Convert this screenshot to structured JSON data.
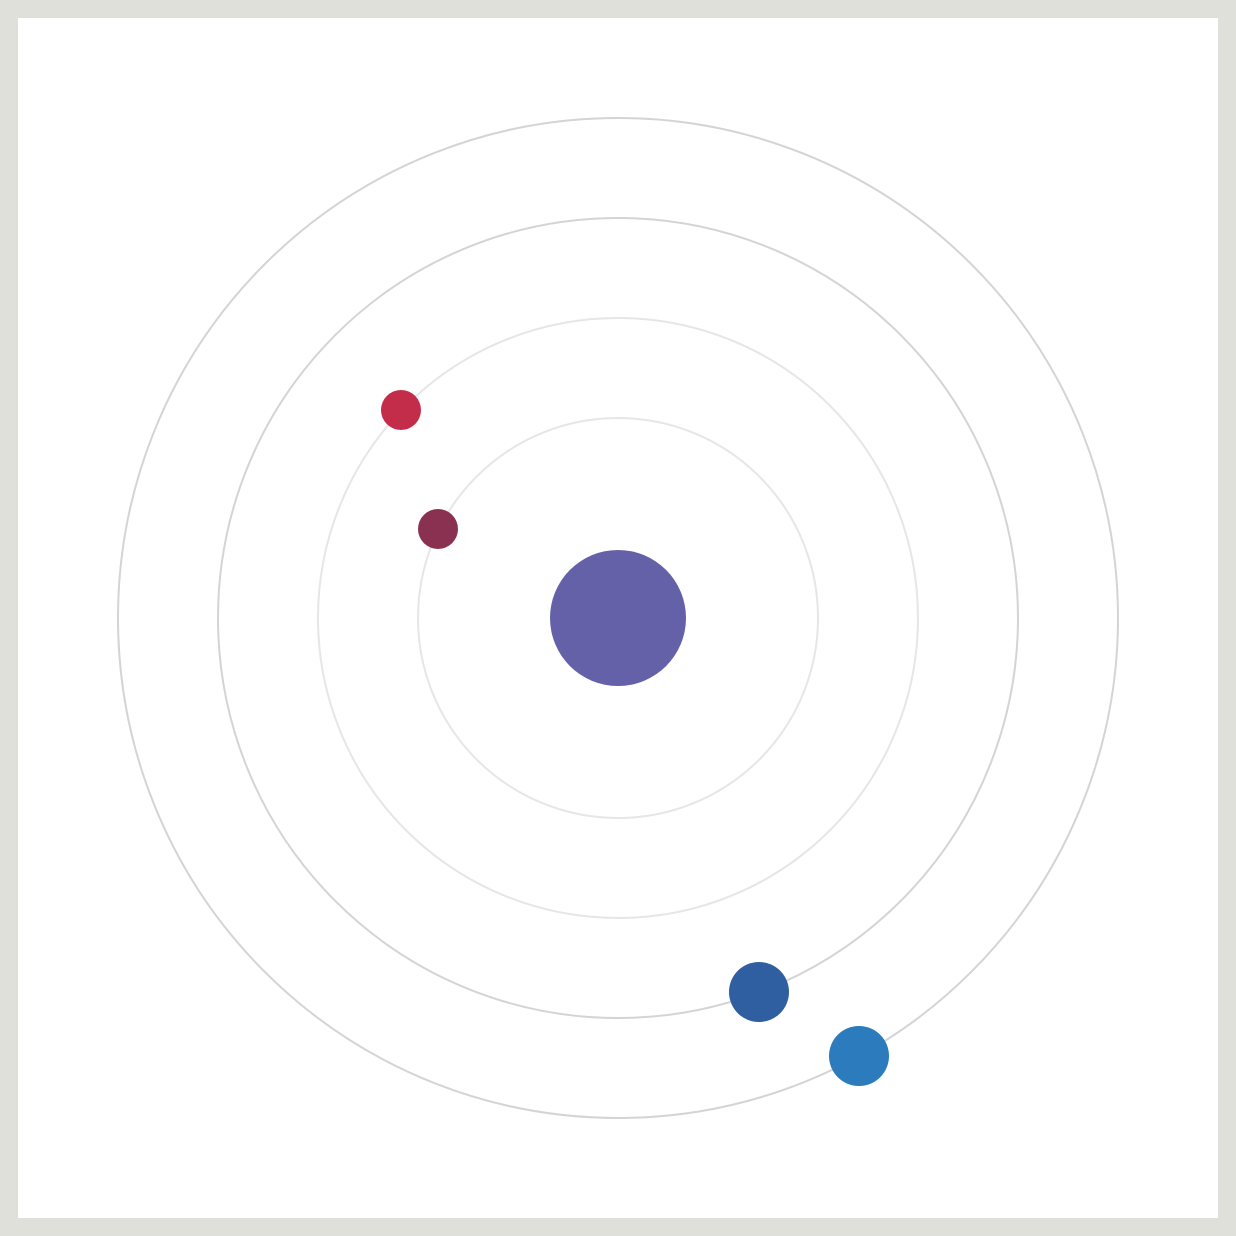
{
  "diagram": {
    "colors": {
      "page_background": "#e0e0db",
      "canvas_background": "#ffffff",
      "orbit_inner": "#e6e6e6",
      "orbit_outer": "#d4d4d4",
      "sun": "#6461a8"
    },
    "sun": {
      "color": "#6461a8"
    },
    "orbits": [
      {
        "ring": 1,
        "color": "#e6e6e6"
      },
      {
        "ring": 2,
        "color": "#e6e6e6"
      },
      {
        "ring": 3,
        "color": "#d4d4d4"
      },
      {
        "ring": 4,
        "color": "#d4d4d4"
      }
    ],
    "planets": [
      {
        "orbit": 1,
        "color": "#8a3050"
      },
      {
        "orbit": 2,
        "color": "#c42d4a"
      },
      {
        "orbit": 3,
        "color": "#2f5fa0"
      },
      {
        "orbit": 4,
        "color": "#2c7bbd"
      }
    ]
  }
}
